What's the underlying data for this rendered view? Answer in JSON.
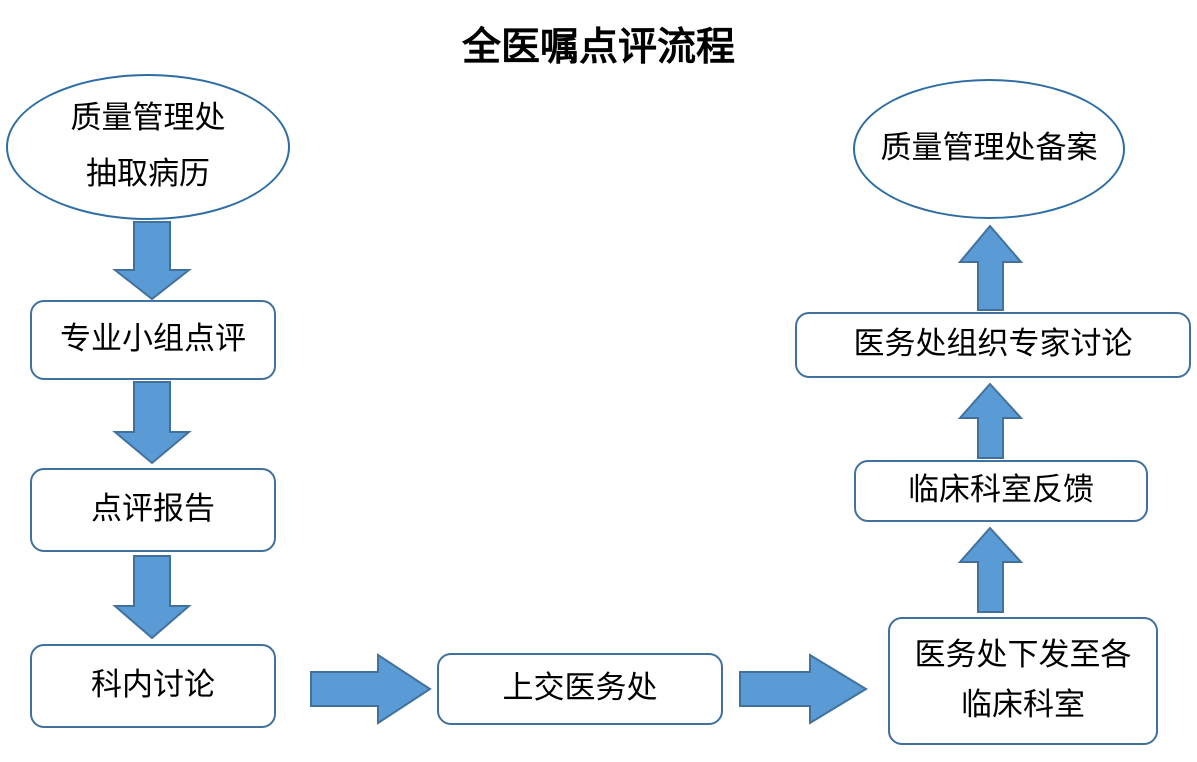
{
  "title": "全医嘱点评流程",
  "colors": {
    "arrow_fill": "#5B9BD5",
    "arrow_stroke": "#41719C",
    "box_stroke": "#41719C",
    "ellipse_stroke": "#2E6DA4",
    "text": "#000000",
    "background": "#FFFFFF"
  },
  "nodes": {
    "quality_dept_sample": {
      "shape": "ellipse",
      "line1": "质量管理处",
      "line2": "抽取病历"
    },
    "specialist_group_review": {
      "shape": "box",
      "label": "专业小组点评"
    },
    "review_report": {
      "shape": "box",
      "label": "点评报告"
    },
    "intra_dept_discussion": {
      "shape": "box",
      "label": "科内讨论"
    },
    "submit_to_medical_affairs": {
      "shape": "box",
      "label": "上交医务处"
    },
    "distribute_to_clinical_depts": {
      "shape": "box",
      "line1": "医务处下发至各",
      "line2": "临床科室"
    },
    "clinical_dept_feedback": {
      "shape": "box",
      "label": "临床科室反馈"
    },
    "expert_discussion": {
      "shape": "box",
      "label": "医务处组织专家讨论"
    },
    "quality_dept_filing": {
      "shape": "ellipse",
      "label": "质量管理处备案"
    }
  },
  "chart_data": {
    "type": "diagram",
    "title": "全医嘱点评流程",
    "nodes": [
      {
        "id": "quality_dept_sample",
        "text": "质量管理处 抽取病历",
        "shape": "ellipse"
      },
      {
        "id": "specialist_group_review",
        "text": "专业小组点评",
        "shape": "rounded-rect"
      },
      {
        "id": "review_report",
        "text": "点评报告",
        "shape": "rounded-rect"
      },
      {
        "id": "intra_dept_discussion",
        "text": "科内讨论",
        "shape": "rounded-rect"
      },
      {
        "id": "submit_to_medical_affairs",
        "text": "上交医务处",
        "shape": "rounded-rect"
      },
      {
        "id": "distribute_to_clinical_depts",
        "text": "医务处下发至各 临床科室",
        "shape": "rounded-rect"
      },
      {
        "id": "clinical_dept_feedback",
        "text": "临床科室反馈",
        "shape": "rounded-rect"
      },
      {
        "id": "expert_discussion",
        "text": "医务处组织专家讨论",
        "shape": "rounded-rect"
      },
      {
        "id": "quality_dept_filing",
        "text": "质量管理处备案",
        "shape": "ellipse"
      }
    ],
    "edges": [
      {
        "from": "quality_dept_sample",
        "to": "specialist_group_review",
        "direction": "down"
      },
      {
        "from": "specialist_group_review",
        "to": "review_report",
        "direction": "down"
      },
      {
        "from": "review_report",
        "to": "intra_dept_discussion",
        "direction": "down"
      },
      {
        "from": "intra_dept_discussion",
        "to": "submit_to_medical_affairs",
        "direction": "right"
      },
      {
        "from": "submit_to_medical_affairs",
        "to": "distribute_to_clinical_depts",
        "direction": "right"
      },
      {
        "from": "distribute_to_clinical_depts",
        "to": "clinical_dept_feedback",
        "direction": "up"
      },
      {
        "from": "clinical_dept_feedback",
        "to": "expert_discussion",
        "direction": "up"
      },
      {
        "from": "expert_discussion",
        "to": "quality_dept_filing",
        "direction": "up"
      }
    ]
  }
}
